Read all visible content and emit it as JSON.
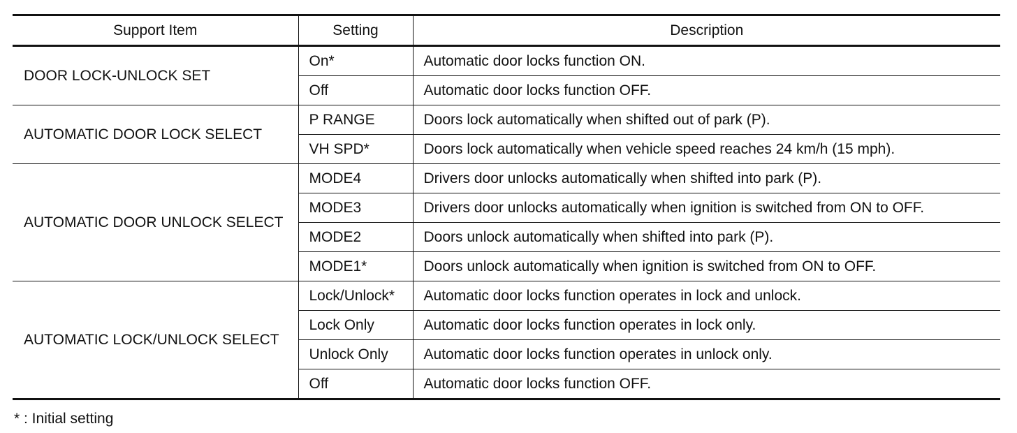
{
  "table": {
    "headers": [
      "Support Item",
      "Setting",
      "Description"
    ],
    "groups": [
      {
        "item": "DOOR LOCK-UNLOCK SET",
        "rows": [
          {
            "setting": "On*",
            "description": "Automatic door locks function ON."
          },
          {
            "setting": "Off",
            "description": "Automatic door locks function OFF."
          }
        ]
      },
      {
        "item": "AUTOMATIC DOOR LOCK SELECT",
        "rows": [
          {
            "setting": "P RANGE",
            "description": "Doors lock automatically when shifted out of park (P)."
          },
          {
            "setting": "VH SPD*",
            "description": "Doors lock automatically when vehicle speed reaches 24 km/h (15 mph)."
          }
        ]
      },
      {
        "item": "AUTOMATIC DOOR UNLOCK SELECT",
        "rows": [
          {
            "setting": "MODE4",
            "description": "Drivers door unlocks automatically when shifted into park (P)."
          },
          {
            "setting": "MODE3",
            "description": "Drivers door unlocks automatically when ignition is switched from ON to OFF."
          },
          {
            "setting": "MODE2",
            "description": "Doors unlock automatically when shifted into park (P)."
          },
          {
            "setting": "MODE1*",
            "description": "Doors unlock automatically when ignition is switched from ON to OFF."
          }
        ]
      },
      {
        "item": "AUTOMATIC LOCK/UNLOCK SELECT",
        "rows": [
          {
            "setting": "Lock/Unlock*",
            "description": "Automatic door locks function operates in lock and unlock."
          },
          {
            "setting": "Lock Only",
            "description": "Automatic door locks function operates in lock only."
          },
          {
            "setting": "Unlock Only",
            "description": "Automatic door locks function operates in unlock only."
          },
          {
            "setting": "Off",
            "description": "Automatic door locks function OFF."
          }
        ]
      }
    ]
  },
  "footnote": "* : Initial setting"
}
